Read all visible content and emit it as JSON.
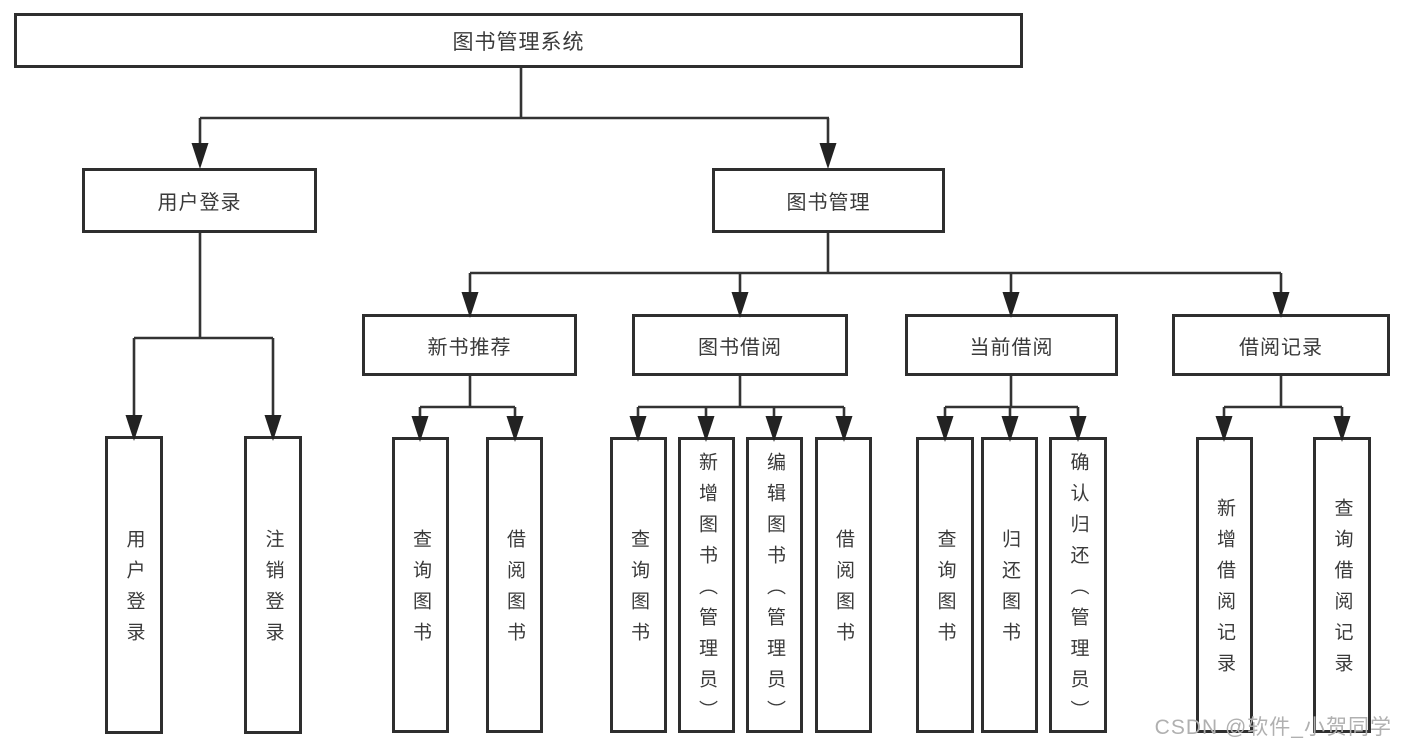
{
  "diagram": {
    "root": {
      "label": "图书管理系统"
    },
    "branches": [
      {
        "label": "用户登录",
        "children": [
          {
            "label": "用户登录"
          },
          {
            "label": "注销登录"
          }
        ]
      },
      {
        "label": "图书管理",
        "children": [
          {
            "label": "新书推荐",
            "children": [
              {
                "label": "查询图书"
              },
              {
                "label": "借阅图书"
              }
            ]
          },
          {
            "label": "图书借阅",
            "children": [
              {
                "label": "查询图书"
              },
              {
                "label": "新增图书（管理员）"
              },
              {
                "label": "编辑图书（管理员）"
              },
              {
                "label": "借阅图书"
              }
            ]
          },
          {
            "label": "当前借阅",
            "children": [
              {
                "label": "查询图书"
              },
              {
                "label": "归还图书"
              },
              {
                "label": "确认归还（管理员）"
              }
            ]
          },
          {
            "label": "借阅记录",
            "children": [
              {
                "label": "新增借阅记录"
              },
              {
                "label": "查询借阅记录"
              }
            ]
          }
        ]
      }
    ]
  },
  "watermark": {
    "text": "CSDN @软件_小贺同学"
  },
  "colors": {
    "line": "#333333",
    "arrow": "#222222",
    "box_border": "#2e2e2e",
    "text": "#3a3a3a",
    "watermark": "#b0b0b0",
    "background": "#ffffff"
  }
}
